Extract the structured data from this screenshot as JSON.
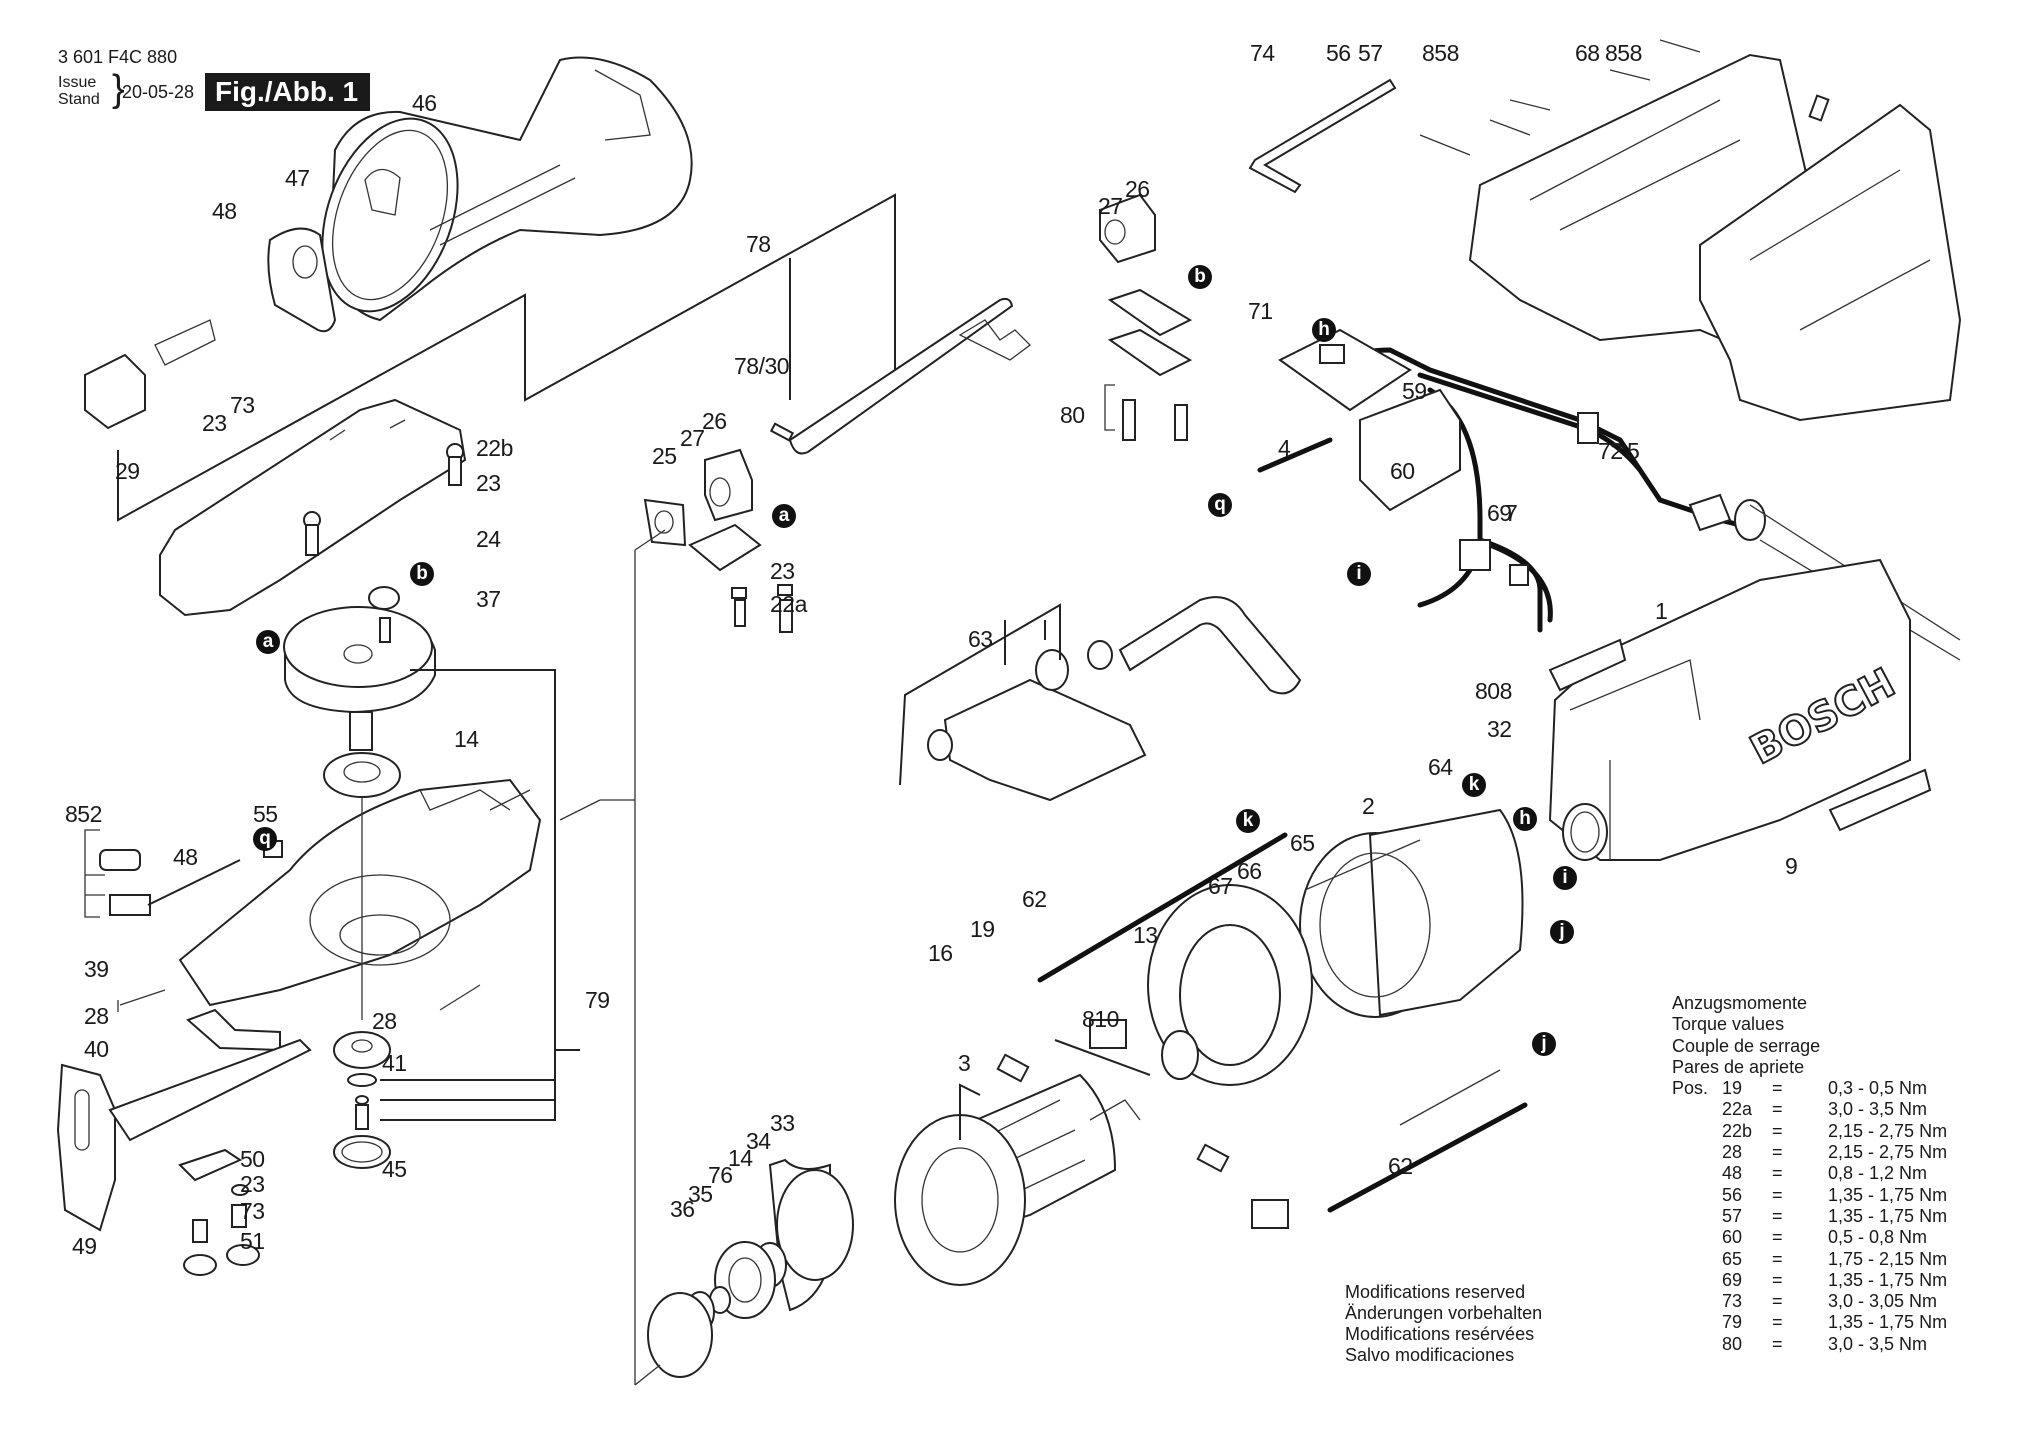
{
  "header": {
    "part_number": "3 601 F4C 880",
    "issue_label": "Issue",
    "stand_label": "Stand",
    "date": "20-05-28",
    "figure_label": "Fig./Abb. 1"
  },
  "callouts": {
    "c46": "46",
    "c47": "47",
    "c48a": "48",
    "c29": "29",
    "c23a": "23",
    "c73a": "73",
    "c78": "78",
    "c7830": "78/30",
    "c22b": "22b",
    "c23b": "23",
    "c24": "24",
    "c37": "37",
    "c25": "25",
    "c27a": "27",
    "c26a": "26",
    "c23c": "23",
    "c22a": "22a",
    "c27b": "27",
    "c26b": "26",
    "c80": "80",
    "c14a": "14",
    "c852": "852",
    "c55": "55",
    "c48b": "48",
    "c39": "39",
    "c28a": "28",
    "c28b": "28",
    "c40": "40",
    "c41": "41",
    "c79": "79",
    "c50": "50",
    "c23d": "23",
    "c73b": "73",
    "c45": "45",
    "c51": "51",
    "c49": "49",
    "c74": "74",
    "c56": "56",
    "c57": "57",
    "c858a": "858",
    "c68": "68",
    "c858b": "858",
    "c71": "71",
    "c4": "4",
    "c59": "59",
    "c60": "60",
    "c69": "69",
    "c7": "7",
    "c72": "72",
    "c5": "5",
    "c63": "63",
    "c1": "1",
    "c808": "808",
    "c32": "32",
    "c9": "9",
    "c64": "64",
    "c2": "2",
    "c65": "65",
    "c66": "66",
    "c67": "67",
    "c62a": "62",
    "c19": "19",
    "c16": "16",
    "c13": "13",
    "c810": "810",
    "c3": "3",
    "c33": "33",
    "c34": "34",
    "c14b": "14",
    "c76": "76",
    "c35": "35",
    "c36": "36",
    "c62b": "62"
  },
  "connection_markers": {
    "a1": "a",
    "a2": "a",
    "b1": "b",
    "b2": "b",
    "q1": "q",
    "q2": "q",
    "h1": "h",
    "h2": "h",
    "i1": "i",
    "i2": "i",
    "j1": "j",
    "j2": "j",
    "k1": "k",
    "k2": "k"
  },
  "brand_text": "BOSCH",
  "notes": [
    "Modifications reserved",
    "Änderungen vorbehalten",
    "Modifications resérvées",
    "Salvo modificaciones"
  ],
  "torque": {
    "titles": [
      "Anzugsmomente",
      "Torque values",
      "Couple de serrage",
      "Pares de apriete"
    ],
    "pos_label": "Pos.",
    "rows": [
      {
        "pos": "19",
        "eq": "=",
        "value": "0,3 -  0,5 Nm"
      },
      {
        "pos": "22a",
        "eq": "=",
        "value": "3,0 - 3,5 Nm"
      },
      {
        "pos": "22b",
        "eq": "=",
        "value": "2,15 - 2,75 Nm"
      },
      {
        "pos": "28",
        "eq": "=",
        "value": "2,15 - 2,75 Nm"
      },
      {
        "pos": "48",
        "eq": "=",
        "value": "0,8 - 1,2 Nm"
      },
      {
        "pos": "56",
        "eq": "=",
        "value": "1,35 - 1,75 Nm"
      },
      {
        "pos": "57",
        "eq": "=",
        "value": "1,35 - 1,75 Nm"
      },
      {
        "pos": "60",
        "eq": "=",
        "value": "0,5 - 0,8 Nm"
      },
      {
        "pos": "65",
        "eq": "=",
        "value": "1,75 - 2,15 Nm"
      },
      {
        "pos": "69",
        "eq": "=",
        "value": "1,35 - 1,75 Nm"
      },
      {
        "pos": "73",
        "eq": "=",
        "value": "3,0 - 3,05 Nm"
      },
      {
        "pos": "79",
        "eq": "=",
        "value": "1,35 - 1,75 Nm"
      },
      {
        "pos": "80",
        "eq": "=",
        "value": "3,0 - 3,5 Nm"
      }
    ]
  }
}
